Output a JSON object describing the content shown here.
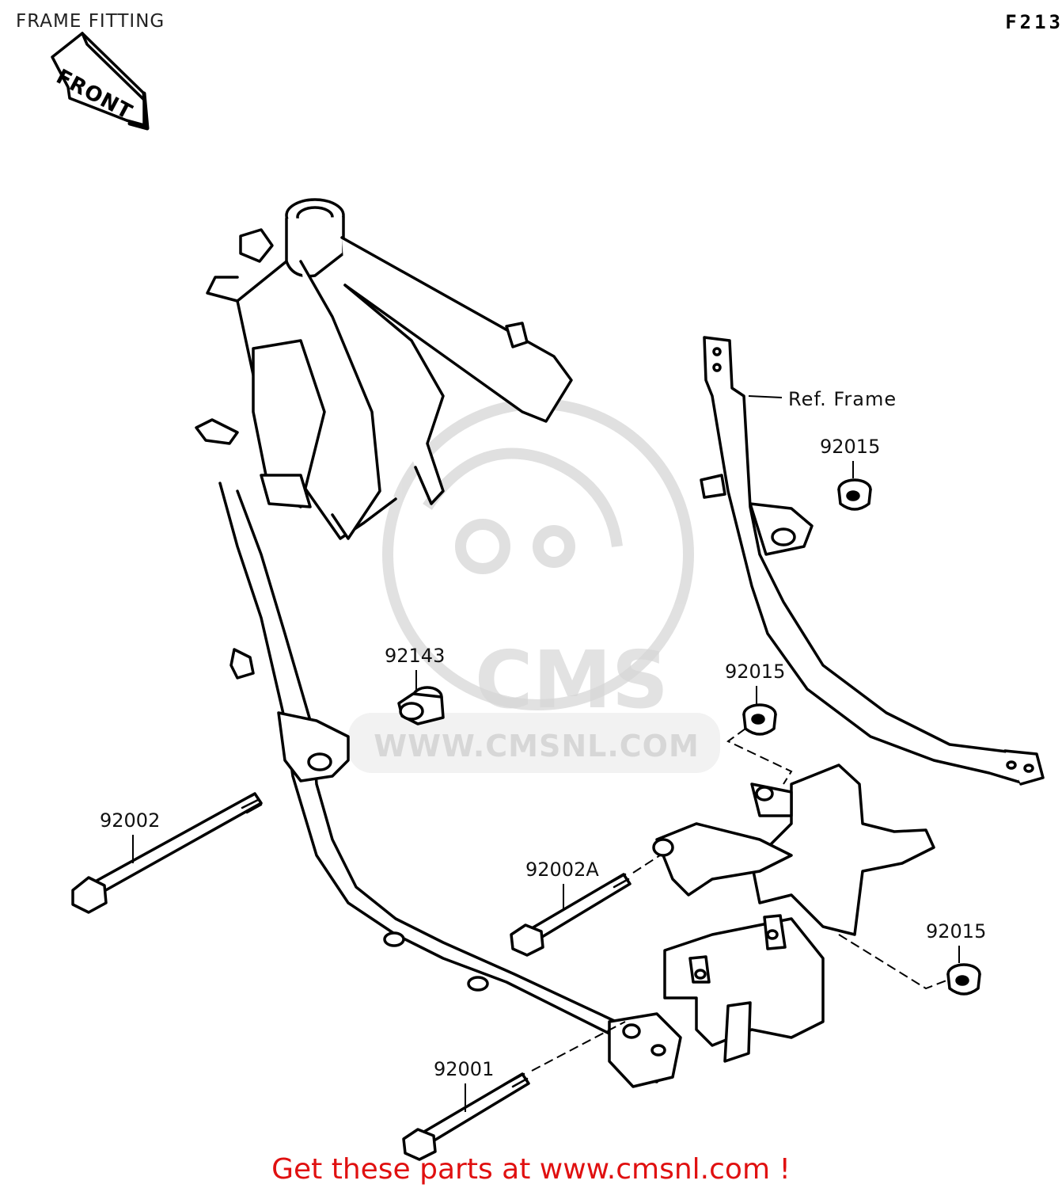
{
  "header": {
    "title": "FRAME FITTING",
    "code": "F213"
  },
  "front_arrow": {
    "label": "FRONT"
  },
  "reference": {
    "label": "Ref. Frame"
  },
  "parts": {
    "p92015_top": "92015",
    "p92143": "92143",
    "p92015_mid": "92015",
    "p92002": "92002",
    "p92002A": "92002A",
    "p92015_bottom": "92015",
    "p92001": "92001"
  },
  "watermark": {
    "brand": "CMS",
    "url": "WWW.CMSNL.COM"
  },
  "footer": {
    "text": "Get these parts at www.cmsnl.com !",
    "color": "#e01010"
  }
}
